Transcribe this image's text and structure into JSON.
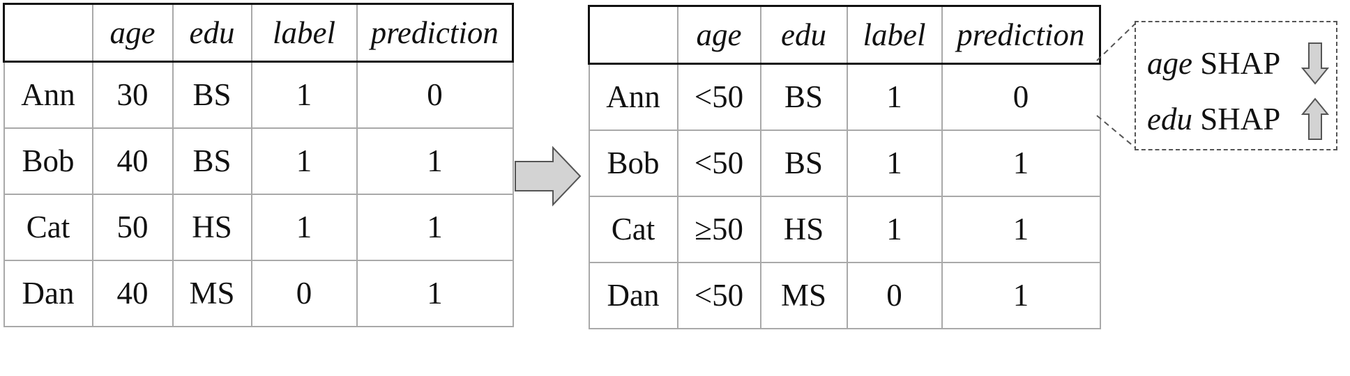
{
  "tables": {
    "left": {
      "headers": [
        "",
        "age",
        "edu",
        "label",
        "prediction"
      ],
      "rows": [
        [
          "Ann",
          "30",
          "BS",
          "1",
          "0"
        ],
        [
          "Bob",
          "40",
          "BS",
          "1",
          "1"
        ],
        [
          "Cat",
          "50",
          "HS",
          "1",
          "1"
        ],
        [
          "Dan",
          "40",
          "MS",
          "0",
          "1"
        ]
      ]
    },
    "right": {
      "headers": [
        "",
        "age",
        "edu",
        "label",
        "prediction"
      ],
      "rows": [
        [
          "Ann",
          "<50",
          "BS",
          "1",
          "0"
        ],
        [
          "Bob",
          "<50",
          "BS",
          "1",
          "1"
        ],
        [
          "Cat",
          "≥50",
          "HS",
          "1",
          "1"
        ],
        [
          "Dan",
          "<50",
          "MS",
          "0",
          "1"
        ]
      ]
    }
  },
  "shap": [
    {
      "feature": "age",
      "text": "SHAP",
      "direction": "down",
      "icon": "arrow-down-icon"
    },
    {
      "feature": "edu",
      "text": "SHAP",
      "direction": "up",
      "icon": "arrow-up-icon"
    }
  ],
  "colors": {
    "arrow_fill": "#d3d3d3",
    "arrow_stroke": "#555555",
    "grid": "#a9a9a9",
    "header_border": "#111111"
  }
}
